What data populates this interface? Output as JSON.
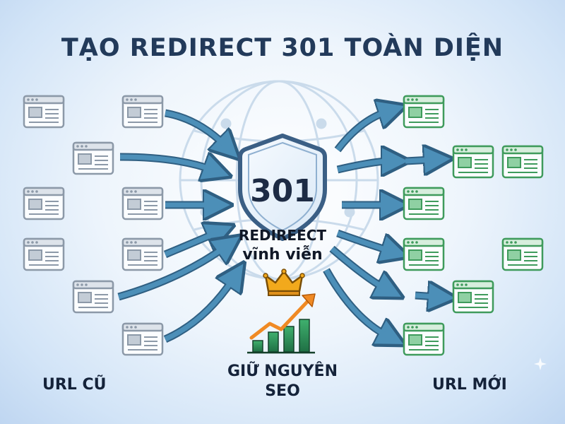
{
  "title": "TẠO REDIRECT 301 TOÀN DIỆN",
  "badge": {
    "code": "301",
    "line1": "REDIREECT",
    "line2": "vĩnh viễn"
  },
  "labels": {
    "old_urls": "URL CŨ",
    "new_urls": "URL MỚI",
    "seo_line1": "GIỮ NGUYÊN",
    "seo_line2": "SEO"
  },
  "colors": {
    "title": "#223a5a",
    "arrow": "#4c8fb8",
    "old_page": "#8c99a8",
    "new_page": "#3f9b5c",
    "shield": "#3b5f85",
    "bars": "#2e8b57",
    "trend": "#f08a24",
    "crown": "#f2a91c"
  },
  "icons": [
    "old-webpage-icon",
    "new-webpage-icon",
    "shield-icon",
    "globe-icon",
    "crown-icon",
    "bar-chart-icon",
    "trend-arrow-icon"
  ]
}
